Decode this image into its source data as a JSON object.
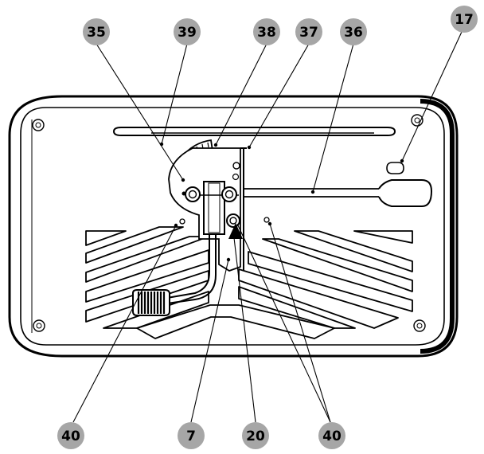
{
  "callouts": {
    "c35": "35",
    "c39": "39",
    "c38": "38",
    "c37": "37",
    "c36": "36",
    "c17": "17",
    "c40_left": "40",
    "c7": "7",
    "c20": "20",
    "c40_right": "40"
  },
  "colors": {
    "callout_fill": "#a6a6a6",
    "line": "#000000",
    "background": "#ffffff"
  }
}
